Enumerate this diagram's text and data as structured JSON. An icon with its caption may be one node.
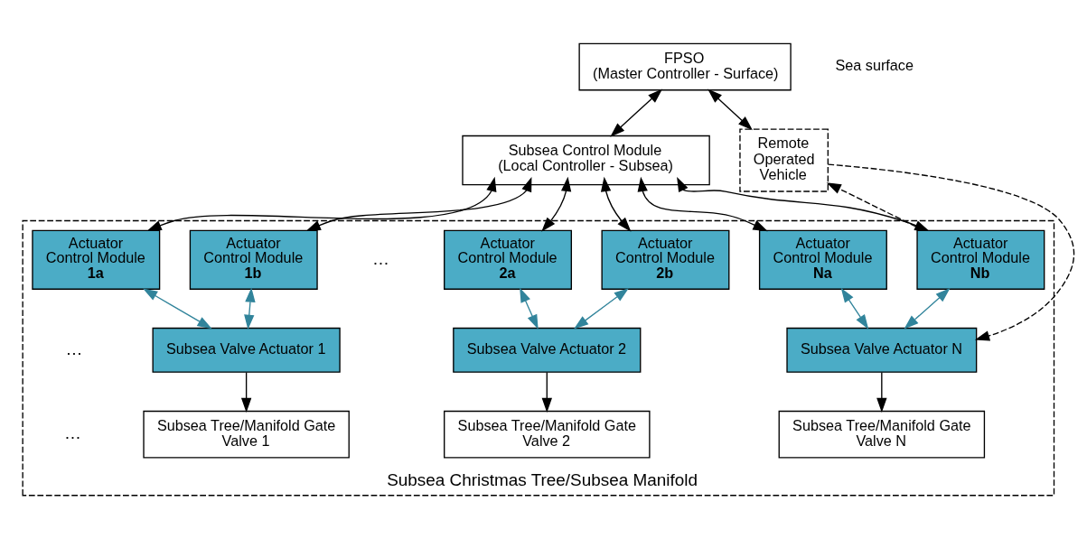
{
  "diagram": {
    "nodes": [
      {
        "text": [
          "FPSO",
          "(Master Controller - Surface)"
        ]
      },
      {
        "text": [
          "Subsea Control Module",
          "(Local Controller - Subsea)"
        ]
      },
      {
        "text": [
          "Subsea Christmas Tree/Subsea Manifold"
        ]
      },
      {
        "text": [
          "Actuator Control Module **1a**"
        ],
        "in": 2
      },
      {
        "text": [
          "Actuator Control Module **1b**"
        ],
        "in": 2
      },
      {
        "text": [
          "Actuator Control Module **2a**"
        ],
        "in": 2
      },
      {
        "text": [
          "Actuator Control Module **2b**"
        ],
        "in": 2
      },
      {
        "text": [
          "Actuator Control Module **Na**"
        ],
        "in": 2
      },
      {
        "text": [
          "Actuator Control Module **Nb**"
        ],
        "in": 2
      },
      {
        "text": [
          "Subsea Valve Actuator 1"
        ],
        "in": 2
      },
      {
        "text": [
          "Subsea Valve Actuator 2"
        ],
        "in": 2
      },
      {
        "text": [
          "Subsea Valve Actuator N"
        ],
        "in": 2
      },
      {
        "text": [
          "Subsea Tree/Manifold Gate Valve 1"
        ],
        "in": 2
      },
      {
        "text": [
          "Subsea Tree/Manifold Gate Valve 2"
        ],
        "in": 2
      },
      {
        "text": [
          "Subsea Tree/Manifold Gate Valve N"
        ],
        "in": 2
      },
      {
        "text": [
          "Remote Operated Vehicle"
        ]
      }
    ],
    "edges": [
      {
        "from": 0,
        "to": 1,
        "arrow": "both"
      },
      {
        "from": 0,
        "to": 15,
        "arrow": "both"
      },
      {
        "from": 1,
        "to": 3,
        "arrow": "both"
      },
      {
        "from": 1,
        "to": 4,
        "arrow": "both"
      },
      {
        "from": 1,
        "to": 5,
        "arrow": "both"
      },
      {
        "from": 1,
        "to": 6,
        "arrow": "both"
      },
      {
        "from": 1,
        "to": 7,
        "arrow": "both"
      },
      {
        "from": 1,
        "to": 8,
        "arrow": "both"
      },
      {
        "from": 3,
        "to": 9,
        "arrow": "both",
        "color": "#31849b"
      },
      {
        "from": 4,
        "to": 9,
        "arrow": "both",
        "color": "#31849b"
      },
      {
        "from": 5,
        "to": 10,
        "arrow": "both",
        "color": "#31849b"
      },
      {
        "from": 6,
        "to": 10,
        "arrow": "both",
        "color": "#31849b"
      },
      {
        "from": 7,
        "to": 11,
        "arrow": "both",
        "color": "#31849b"
      },
      {
        "from": 8,
        "to": 11,
        "arrow": "both",
        "color": "#31849b"
      },
      {
        "from": 9,
        "to": 12,
        "arrow": "to"
      },
      {
        "from": 10,
        "to": 13,
        "arrow": "to"
      },
      {
        "from": 11,
        "to": 14,
        "arrow": "to"
      },
      {
        "from": 8,
        "to": 15,
        "arrow": "to",
        "style": "dashed"
      },
      {
        "from": 15,
        "to": 11,
        "arrow": "to",
        "style": "dashed"
      }
    ],
    "labels": [
      "Sea surface",
      "…",
      "…",
      "…"
    ]
  }
}
